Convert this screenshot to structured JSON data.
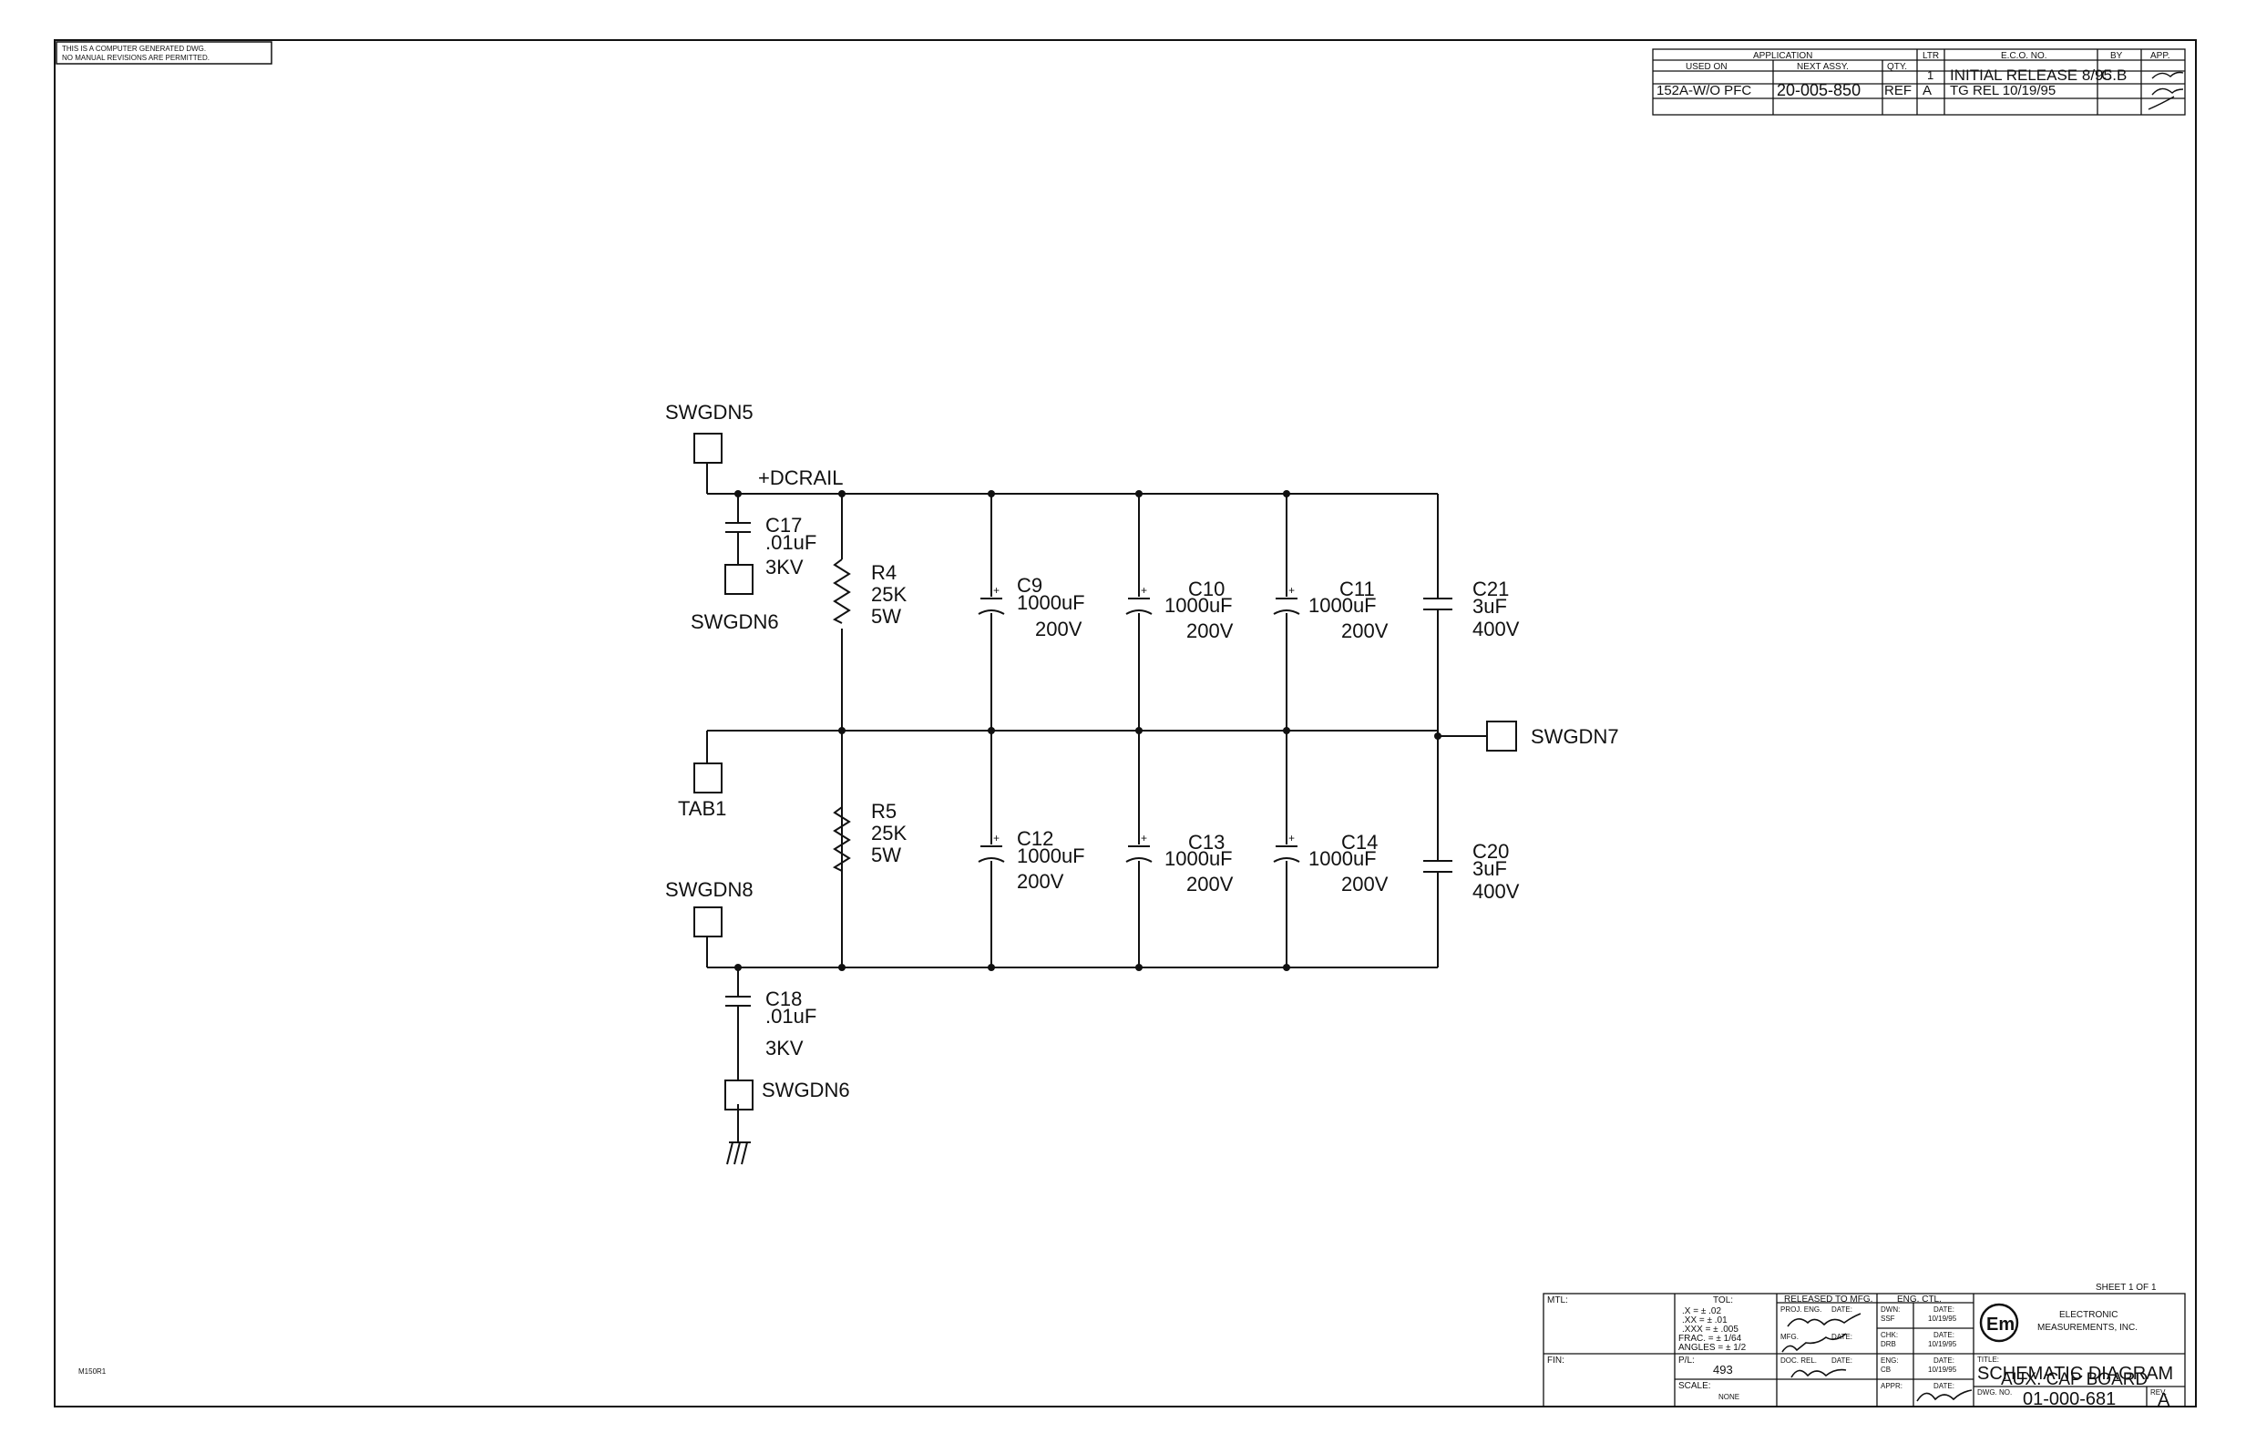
{
  "notice": {
    "line1": "THIS IS A COMPUTER GENERATED DWG.",
    "line2": "NO MANUAL REVISIONS ARE PERMITTED."
  },
  "revision_block": {
    "application": "APPLICATION",
    "used_on": "USED ON",
    "next_assy": "NEXT ASSY.",
    "qty": "QTY.",
    "ltr": "LTR",
    "eco_no": "E.C.O. NO.",
    "by": "BY",
    "app": "APP.",
    "row1": {
      "ltr": "1",
      "eco": "INITIAL RELEASE 8/95",
      "by": "C.B"
    },
    "row2": {
      "used_on": "152A-W/O PFC",
      "next_assy": "20-005-850",
      "qty": "REF",
      "ltr": "A",
      "eco": "TG  REL 10/19/95"
    }
  },
  "nets": {
    "dcrail": "+DCRAIL"
  },
  "connectors": {
    "swgdn5": "SWGDN5",
    "swgdn6_top": "SWGDN6",
    "tab1": "TAB1",
    "swgdn8": "SWGDN8",
    "swgdn6_bottom": "SWGDN6",
    "swgdn7": "SWGDN7"
  },
  "components": {
    "c17": {
      "ref": "C17",
      "value": ".01uF",
      "rating": "3KV"
    },
    "c18": {
      "ref": "C18",
      "value": ".01uF",
      "rating": "3KV"
    },
    "r4": {
      "ref": "R4",
      "value": "25K",
      "rating": "5W"
    },
    "r5": {
      "ref": "R5",
      "value": "25K",
      "rating": "5W"
    },
    "c9": {
      "ref": "C9",
      "value": "1000uF",
      "rating": "200V"
    },
    "c10": {
      "ref": "C10",
      "value": "1000uF",
      "rating": "200V"
    },
    "c11": {
      "ref": "C11",
      "value": "1000uF",
      "rating": "200V"
    },
    "c21": {
      "ref": "C21",
      "value": "3uF",
      "rating": "400V"
    },
    "c12": {
      "ref": "C12",
      "value": "1000uF",
      "rating": "200V"
    },
    "c13": {
      "ref": "C13",
      "value": "1000uF",
      "rating": "200V"
    },
    "c14": {
      "ref": "C14",
      "value": "1000uF",
      "rating": "200V"
    },
    "c20": {
      "ref": "C20",
      "value": "3uF",
      "rating": "400V"
    }
  },
  "corner_code": "M150R1",
  "title_block": {
    "sheet": "SHEET 1 OF 1",
    "mtl": "MTL:",
    "fin": "FIN:",
    "tol": "TOL:",
    "tol_lines": [
      ".X   = ± .02",
      ".XX  = ± .01",
      ".XXX = ± .005",
      "FRAC. = ± 1/64",
      "ANGLES = ± 1/2"
    ],
    "pn_label": "P/L:",
    "pn_value": "493",
    "scale_label": "SCALE:",
    "scale_value": "NONE",
    "released_label": "RELEASED TO MFG.",
    "eng_ctl": "ENG. CTL.",
    "proj_eng": "PROJ. ENG.",
    "mfg": "MFG.",
    "doc_rel": "DOC. REL.",
    "date": "DATE:",
    "dwn": "DWN:",
    "dwn_val": "SSF",
    "dwn_date": "10/19/95",
    "chk": "CHK:",
    "chk_val": "DRB",
    "chk_date": "10/19/95",
    "eng": "ENG:",
    "eng_val": "CB",
    "eng_date": "10/19/95",
    "appr": "APPR:",
    "company_line1": "ELECTRONIC",
    "company_line2": "MEASUREMENTS, INC.",
    "logo_text": "Em",
    "title_label": "TITLE:",
    "title_line1": "SCHEMATIC DIAGRAM",
    "title_line2": "AUX. CAP BOARD",
    "dwg_label": "DWG. NO.",
    "dwg_no": "01-000-681",
    "rev_label": "REV.",
    "rev": "A"
  }
}
